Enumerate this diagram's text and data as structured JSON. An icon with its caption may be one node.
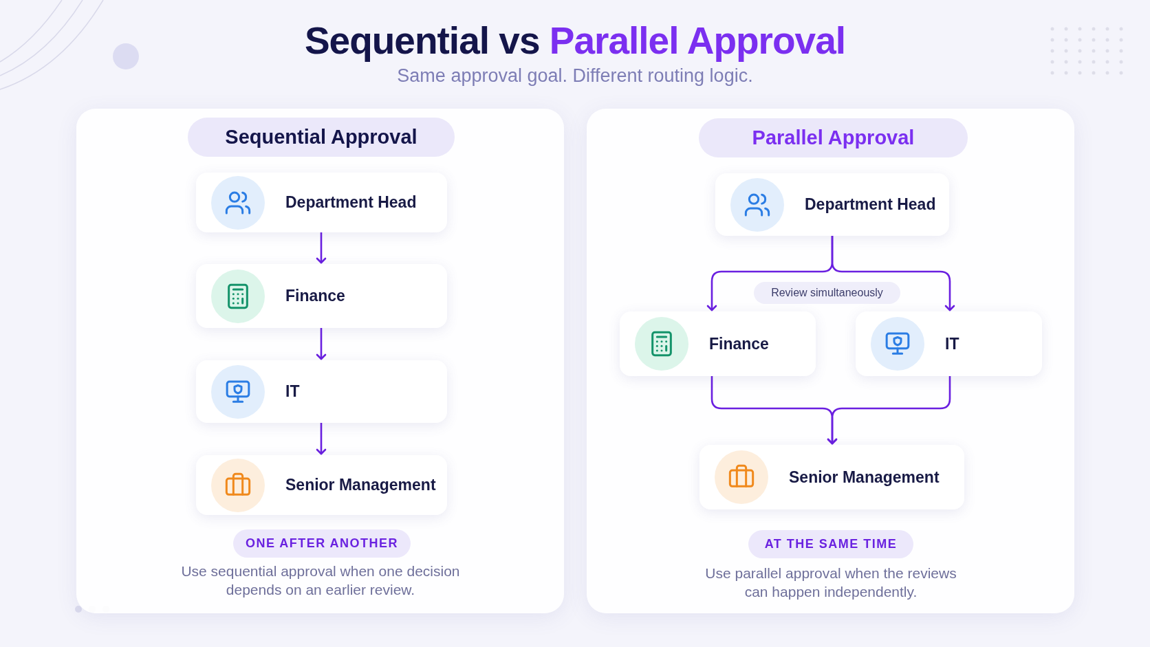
{
  "diagram": {
    "title": "Sequential vs **Parallel Approval**",
    "nodes": [
      {
        "text": [],
        "shape": "box"
      },
      {
        "text": [
          "Sequential Approval"
        ],
        "in": 0
      },
      {
        "text": [
          "Department Head"
        ],
        "in": 0
      },
      {
        "text": [
          "Finance"
        ],
        "in": 0
      },
      {
        "text": [
          "IT"
        ],
        "in": 0
      },
      {
        "text": [
          "Senior Management"
        ],
        "in": 0
      },
      {
        "text": [
          "ONE AFTER ANOTHER"
        ],
        "in": 0
      },
      {
        "text": [],
        "shape": "box"
      },
      {
        "text": [
          "Parallel Approval"
        ],
        "in": 7
      },
      {
        "text": [
          "Department Head"
        ],
        "in": 7
      },
      {
        "text": [
          "Review simultaneously"
        ],
        "in": 7
      },
      {
        "text": [
          "Finance"
        ],
        "in": 7
      },
      {
        "text": [
          "IT"
        ],
        "in": 7
      },
      {
        "text": [
          "Senior Management"
        ],
        "in": 7
      },
      {
        "text": [
          "AT THE SAME TIME"
        ],
        "in": 7
      }
    ],
    "edges": [
      {
        "from": 2,
        "to": 3,
        "arrow": "to"
      },
      {
        "from": 3,
        "to": 4,
        "arrow": "to"
      },
      {
        "from": 4,
        "to": 5,
        "arrow": "to"
      },
      {
        "from": 9,
        "to": 11,
        "arrow": "to"
      },
      {
        "from": 9,
        "to": 12,
        "arrow": "to"
      },
      {
        "from": 11,
        "to": 13,
        "arrow": "to"
      },
      {
        "from": 12,
        "to": 13,
        "arrow": "to"
      }
    ],
    "labels": [
      "Same approval goal. Different routing logic.",
      "Use sequential approval when one decision depends on an earlier review.",
      "Use parallel approval when the reviews can happen independently."
    ]
  }
}
